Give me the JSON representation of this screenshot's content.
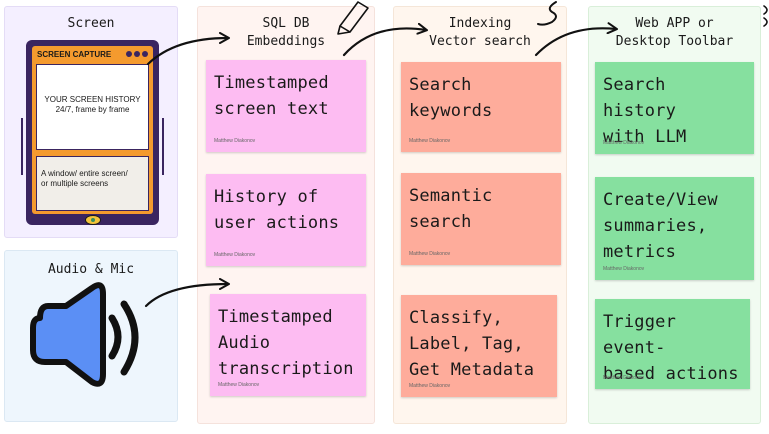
{
  "columns": {
    "screen": {
      "title": "Screen"
    },
    "audio": {
      "title": "Audio & Mic"
    },
    "sql": {
      "title": "SQL DB\nEmbeddings"
    },
    "indexing": {
      "title": "Indexing\nVector search"
    },
    "webapp": {
      "title": "Web APP or\nDesktop Toolbar"
    }
  },
  "screen_card": {
    "header": "SCREEN CAPTURE",
    "screen_text": "YOUR SCREEN HISTORY\n24/7, frame by frame",
    "lower_text": "A window/ entire screen/\nor multiple screens"
  },
  "notes": {
    "sql": [
      {
        "text": "Timestamped\nscreen text",
        "author": "Matthew Diakonov"
      },
      {
        "text": "History of\nuser actions",
        "author": "Matthew Diakonov"
      },
      {
        "text": "Timestamped\nAudio\ntranscription",
        "author": "Matthew Diakonov"
      }
    ],
    "indexing": [
      {
        "text": "Search\nkeywords",
        "author": "Matthew Diakonov"
      },
      {
        "text": "Semantic\nsearch",
        "author": "Matthew Diakonov"
      },
      {
        "text": "Classify,\nLabel, Tag,\nGet Metadata",
        "author": "Matthew Diakonov"
      }
    ],
    "webapp": [
      {
        "text": "Search history\nwith LLM",
        "author": "Matthew Diakonov"
      },
      {
        "text": "Create/View\nsummaries,\nmetrics",
        "author": "Matthew Diakonov"
      },
      {
        "text": "Trigger event-\nbased actions",
        "author": "Matthew Diakonov"
      }
    ]
  },
  "colors": {
    "screen_panel": "#f4efff",
    "audio_panel": "#eef6fd",
    "sql_panel": "#fff4f1",
    "indexing_panel": "#fff6ee",
    "webapp_panel": "#f1fbf1",
    "speaker_fill": "#5b8ff5"
  },
  "icons": [
    "speaker-icon",
    "pencil-icon",
    "arrow-icon"
  ]
}
